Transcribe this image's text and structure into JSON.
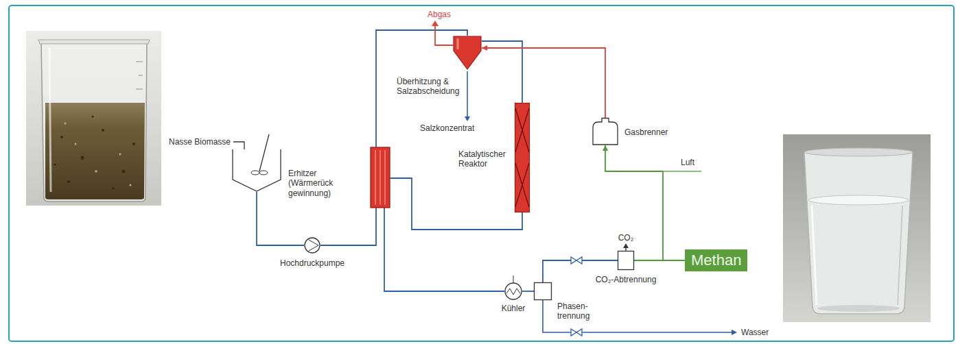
{
  "diagram": {
    "nodes": [
      {
        "text": [
          "Erhitzer (Wärmerück gewinnung)"
        ]
      },
      {
        "text": [
          "Hochdruckpumpe"
        ]
      },
      {
        "text": [
          "Überhitzung & Salzabscheidung"
        ]
      },
      {
        "text": [
          "Katalytischer Reaktor"
        ]
      },
      {
        "text": [
          "Gasbrenner"
        ]
      },
      {
        "text": [
          "Kühler"
        ]
      },
      {
        "text": [
          "Phasen- trennung"
        ]
      },
      {
        "text": [
          "CO₂-Abtrennung"
        ]
      },
      {
        "text": [
          "Methan"
        ]
      }
    ],
    "edges": [
      {
        "from": 0,
        "to": 1,
        "arrow": "none"
      },
      {
        "from": 1,
        "to": 2,
        "arrow": "none"
      },
      {
        "from": 2,
        "to": 3,
        "arrow": "none"
      },
      {
        "from": 3,
        "to": 5,
        "arrow": "none"
      },
      {
        "from": 5,
        "to": 6,
        "arrow": "none"
      },
      {
        "from": 6,
        "to": 7,
        "arrow": "none"
      },
      {
        "from": 7,
        "to": 8,
        "arrow": "none"
      },
      {
        "from": 7,
        "to": 4,
        "arrow": "to"
      },
      {
        "from": 4,
        "to": 2,
        "arrow": "to"
      }
    ],
    "labels": [
      "Abgas",
      "Nasse Biomasse",
      "Salzkonzentrat",
      "Luft",
      "CO₂",
      "Wasser"
    ]
  }
}
